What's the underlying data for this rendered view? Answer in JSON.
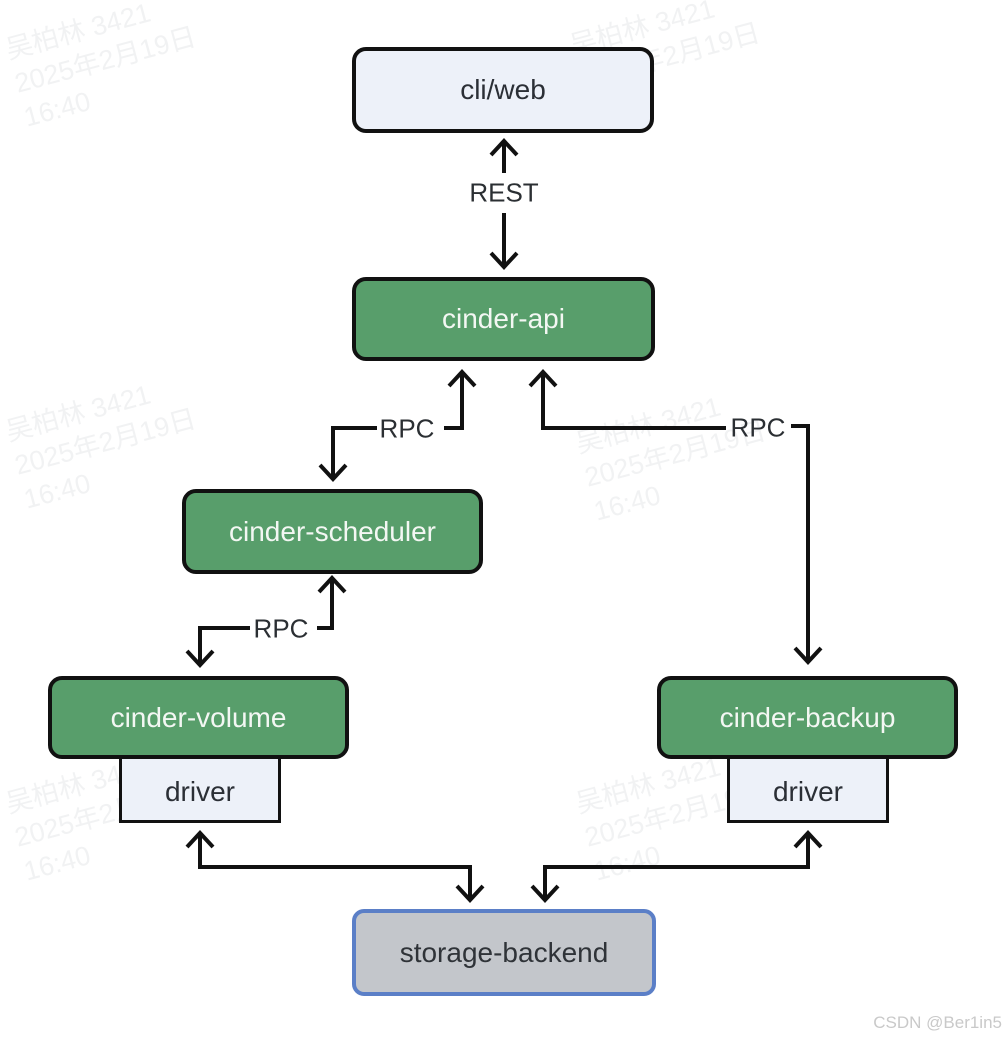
{
  "diagram": {
    "title_implicit": "cinder architecture",
    "nodes": {
      "cli_web": {
        "label": "cli/web",
        "type": "client"
      },
      "cinder_api": {
        "label": "cinder-api",
        "type": "service"
      },
      "cinder_scheduler": {
        "label": "cinder-scheduler",
        "type": "service"
      },
      "cinder_volume": {
        "label": "cinder-volume",
        "type": "service"
      },
      "cinder_backup": {
        "label": "cinder-backup",
        "type": "service"
      },
      "driver_volume": {
        "label": "driver",
        "type": "driver"
      },
      "driver_backup": {
        "label": "driver",
        "type": "driver"
      },
      "storage_backend": {
        "label": "storage-backend",
        "type": "storage"
      }
    },
    "edge_labels": {
      "rest": "REST",
      "rpc": "RPC"
    },
    "edges": [
      {
        "from": "cli_web",
        "to": "cinder_api",
        "label": "REST",
        "direction": "both"
      },
      {
        "from": "cinder_api",
        "to": "cinder_scheduler",
        "label": "RPC",
        "direction": "both"
      },
      {
        "from": "cinder_api",
        "to": "cinder_backup",
        "label": "RPC",
        "direction": "both"
      },
      {
        "from": "cinder_scheduler",
        "to": "cinder_volume",
        "label": "RPC",
        "direction": "both"
      },
      {
        "from": "driver_volume",
        "to": "storage_backend",
        "label": "",
        "direction": "both"
      },
      {
        "from": "driver_backup",
        "to": "storage_backend",
        "label": "",
        "direction": "both"
      }
    ],
    "colors": {
      "service_fill": "#589e6b",
      "client_fill": "#edf1f9",
      "driver_fill": "#edf1f9",
      "storage_fill": "#c3c6cb",
      "storage_border": "#5b7fc7",
      "line": "#111111"
    }
  },
  "watermark": {
    "lines": [
      "吴柏林 3421",
      "2025年2月19日",
      "16:40"
    ]
  },
  "credit": "CSDN @Ber1in5"
}
